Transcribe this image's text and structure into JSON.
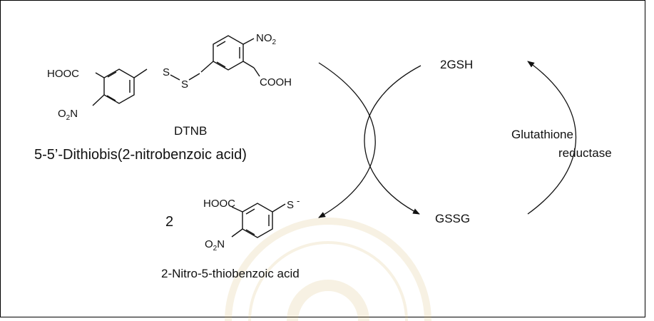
{
  "diagram": {
    "dtnb": {
      "left_acid_group": "HOOC",
      "right_acid_group": "COOH",
      "top_nitro_prefix": "NO",
      "top_nitro_sub": "2",
      "bottom_nitro_prefix": "O",
      "bottom_nitro_sub": "2",
      "bottom_nitro_suffix": "N",
      "sulfur_left": "S",
      "sulfur_right": "S",
      "abbrev": "DTNB",
      "full_name": "5-5’-Dithiobis(2-nitrobenzoic acid)"
    },
    "tnb": {
      "coefficient": "2",
      "acid_group": "HOOC",
      "thiolate": "S",
      "charge": "-",
      "nitro_prefix": "O",
      "nitro_sub": "2",
      "nitro_suffix": "N",
      "name": "2-Nitro-5-thiobenzoic acid"
    },
    "cycle": {
      "reduced": "2GSH",
      "oxidized": "GSSG",
      "enzyme_line1": "Glutathione",
      "enzyme_line2": "reductase"
    }
  }
}
